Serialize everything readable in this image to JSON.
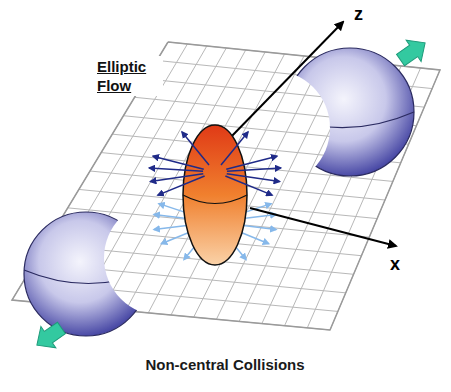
{
  "diagram": {
    "title": "Elliptic Flow",
    "caption": "Non-central Collisions",
    "labels": [
      "z",
      "x"
    ]
  }
}
